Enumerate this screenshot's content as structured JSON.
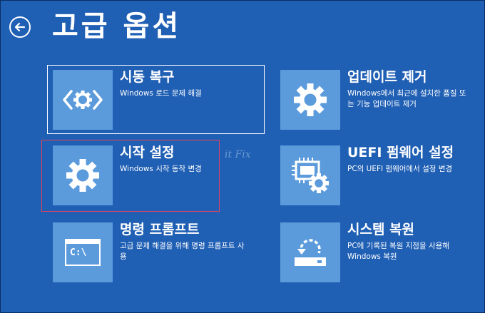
{
  "header": {
    "title": "고급 옵션"
  },
  "options": [
    {
      "title": "시동 복구",
      "description": "Windows 로드 문제 해결",
      "icon": "code-gear-icon"
    },
    {
      "title": "업데이트 제거",
      "description": "Windows에서 최근에 설치한 품질 또는 기능 업데이트 제거",
      "icon": "gear-icon"
    },
    {
      "title": "시작 설정",
      "description": "Windows 시작 동작 변경",
      "icon": "gear-icon"
    },
    {
      "title": "UEFI 펌웨어 설정",
      "description": "PC의 UEFI 펌웨어에서 설정 변경",
      "icon": "chip-gear-icon"
    },
    {
      "title": "명령 프롬프트",
      "description": "고급 문제 해결을 위해 명령 프롬프트 사용",
      "icon": "command-prompt-icon",
      "icon_text": "C:\\"
    },
    {
      "title": "시스템 복원",
      "description": "PC에 기록된 복원 지점을 사용해 Windows 복원",
      "icon": "system-restore-icon"
    }
  ],
  "watermark": "it Fix",
  "colors": {
    "background": "#1f5fb4",
    "tile": "#5b9bdc",
    "highlight_red": "#e0435f",
    "highlight_white": "#ffffff"
  }
}
